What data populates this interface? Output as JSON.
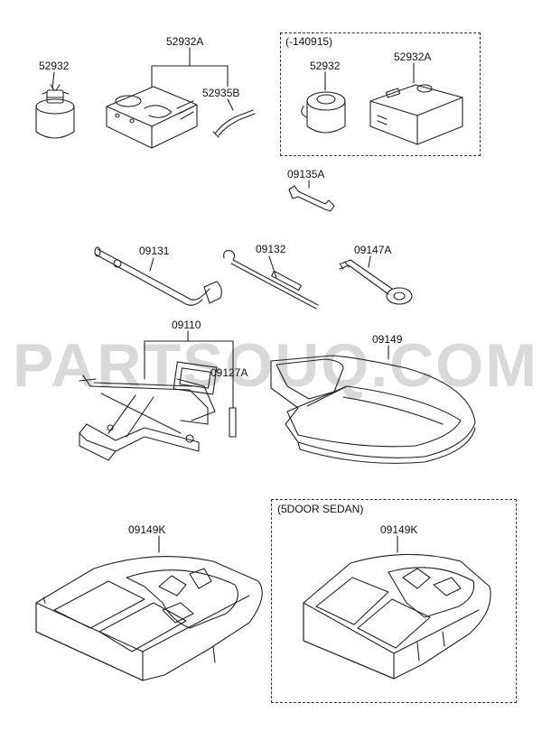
{
  "watermark": "PARTSOUQ.COM",
  "colors": {
    "line": "#222222",
    "watermark": "#d9d9d9",
    "shade": "#bdbdbd"
  },
  "labels": {
    "p52932_a": "52932",
    "p52932A_a": "52932A",
    "p52935B": "52935B",
    "group_140915": "(-140915)",
    "p52932_b": "52932",
    "p52932A_b": "52932A",
    "p09135A": "09135A",
    "p09131": "09131",
    "p09132": "09132",
    "p09147A": "09147A",
    "p09110": "09110",
    "p09127A": "09127A",
    "p09149": "09149",
    "p09149K_a": "09149K",
    "group_5door": "(5DOOR SEDAN)",
    "p09149K_b": "09149K"
  }
}
